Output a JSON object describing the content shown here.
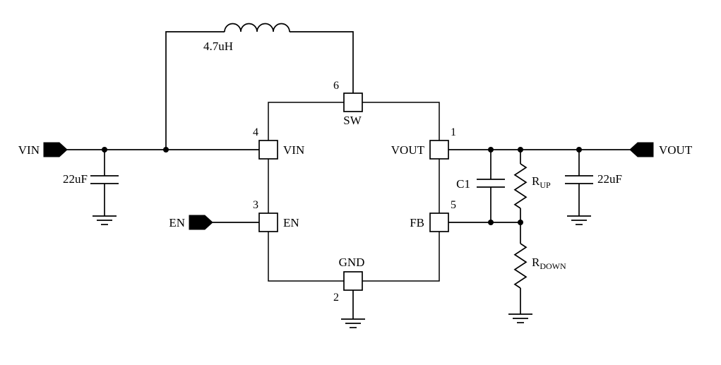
{
  "labels": {
    "vin_terminal": "VIN",
    "en_terminal": "EN",
    "vout_terminal": "VOUT",
    "input_cap_value": "22uF",
    "output_cap_value": "22uF",
    "inductor_value": "4.7uH",
    "c1": "C1",
    "r_up_main": "R",
    "r_up_sub": "UP",
    "r_down_main": "R",
    "r_down_sub": "DOWN"
  },
  "ic": {
    "pins": [
      {
        "number": "6",
        "name": "SW"
      },
      {
        "number": "4",
        "name": "VIN"
      },
      {
        "number": "3",
        "name": "EN"
      },
      {
        "number": "1",
        "name": "VOUT"
      },
      {
        "number": "5",
        "name": "FB"
      },
      {
        "number": "2",
        "name": "GND"
      }
    ]
  },
  "colors": {
    "line": "#000000",
    "background": "#ffffff"
  }
}
